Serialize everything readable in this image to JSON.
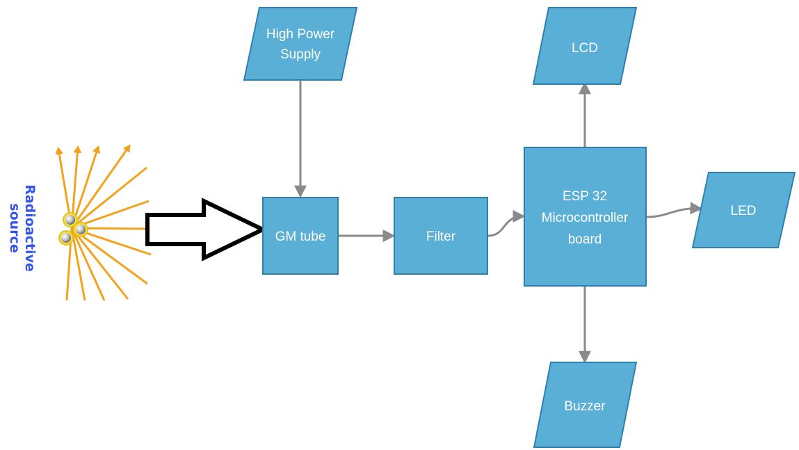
{
  "diagram": {
    "source_label": [
      "Radioactive",
      "source"
    ],
    "colors": {
      "block_fill": "#5aafd6",
      "block_stroke": "#2f7fae",
      "connector": "#8a8a8a",
      "ray": "#f3a21c",
      "source_label": "#3355ee"
    },
    "nodes": {
      "power": [
        "High Power",
        "Supply"
      ],
      "gm": [
        "GM tube"
      ],
      "filter": [
        "Filter"
      ],
      "esp": [
        "ESP 32",
        "Microcontroller",
        "board"
      ],
      "lcd": [
        "LCD"
      ],
      "led": [
        "LED"
      ],
      "buzzer": [
        "Buzzer"
      ]
    },
    "edges": [
      {
        "from": "source",
        "to": "gm"
      },
      {
        "from": "power",
        "to": "gm"
      },
      {
        "from": "gm",
        "to": "filter"
      },
      {
        "from": "filter",
        "to": "esp"
      },
      {
        "from": "esp",
        "to": "lcd"
      },
      {
        "from": "esp",
        "to": "led"
      },
      {
        "from": "esp",
        "to": "buzzer"
      }
    ]
  }
}
